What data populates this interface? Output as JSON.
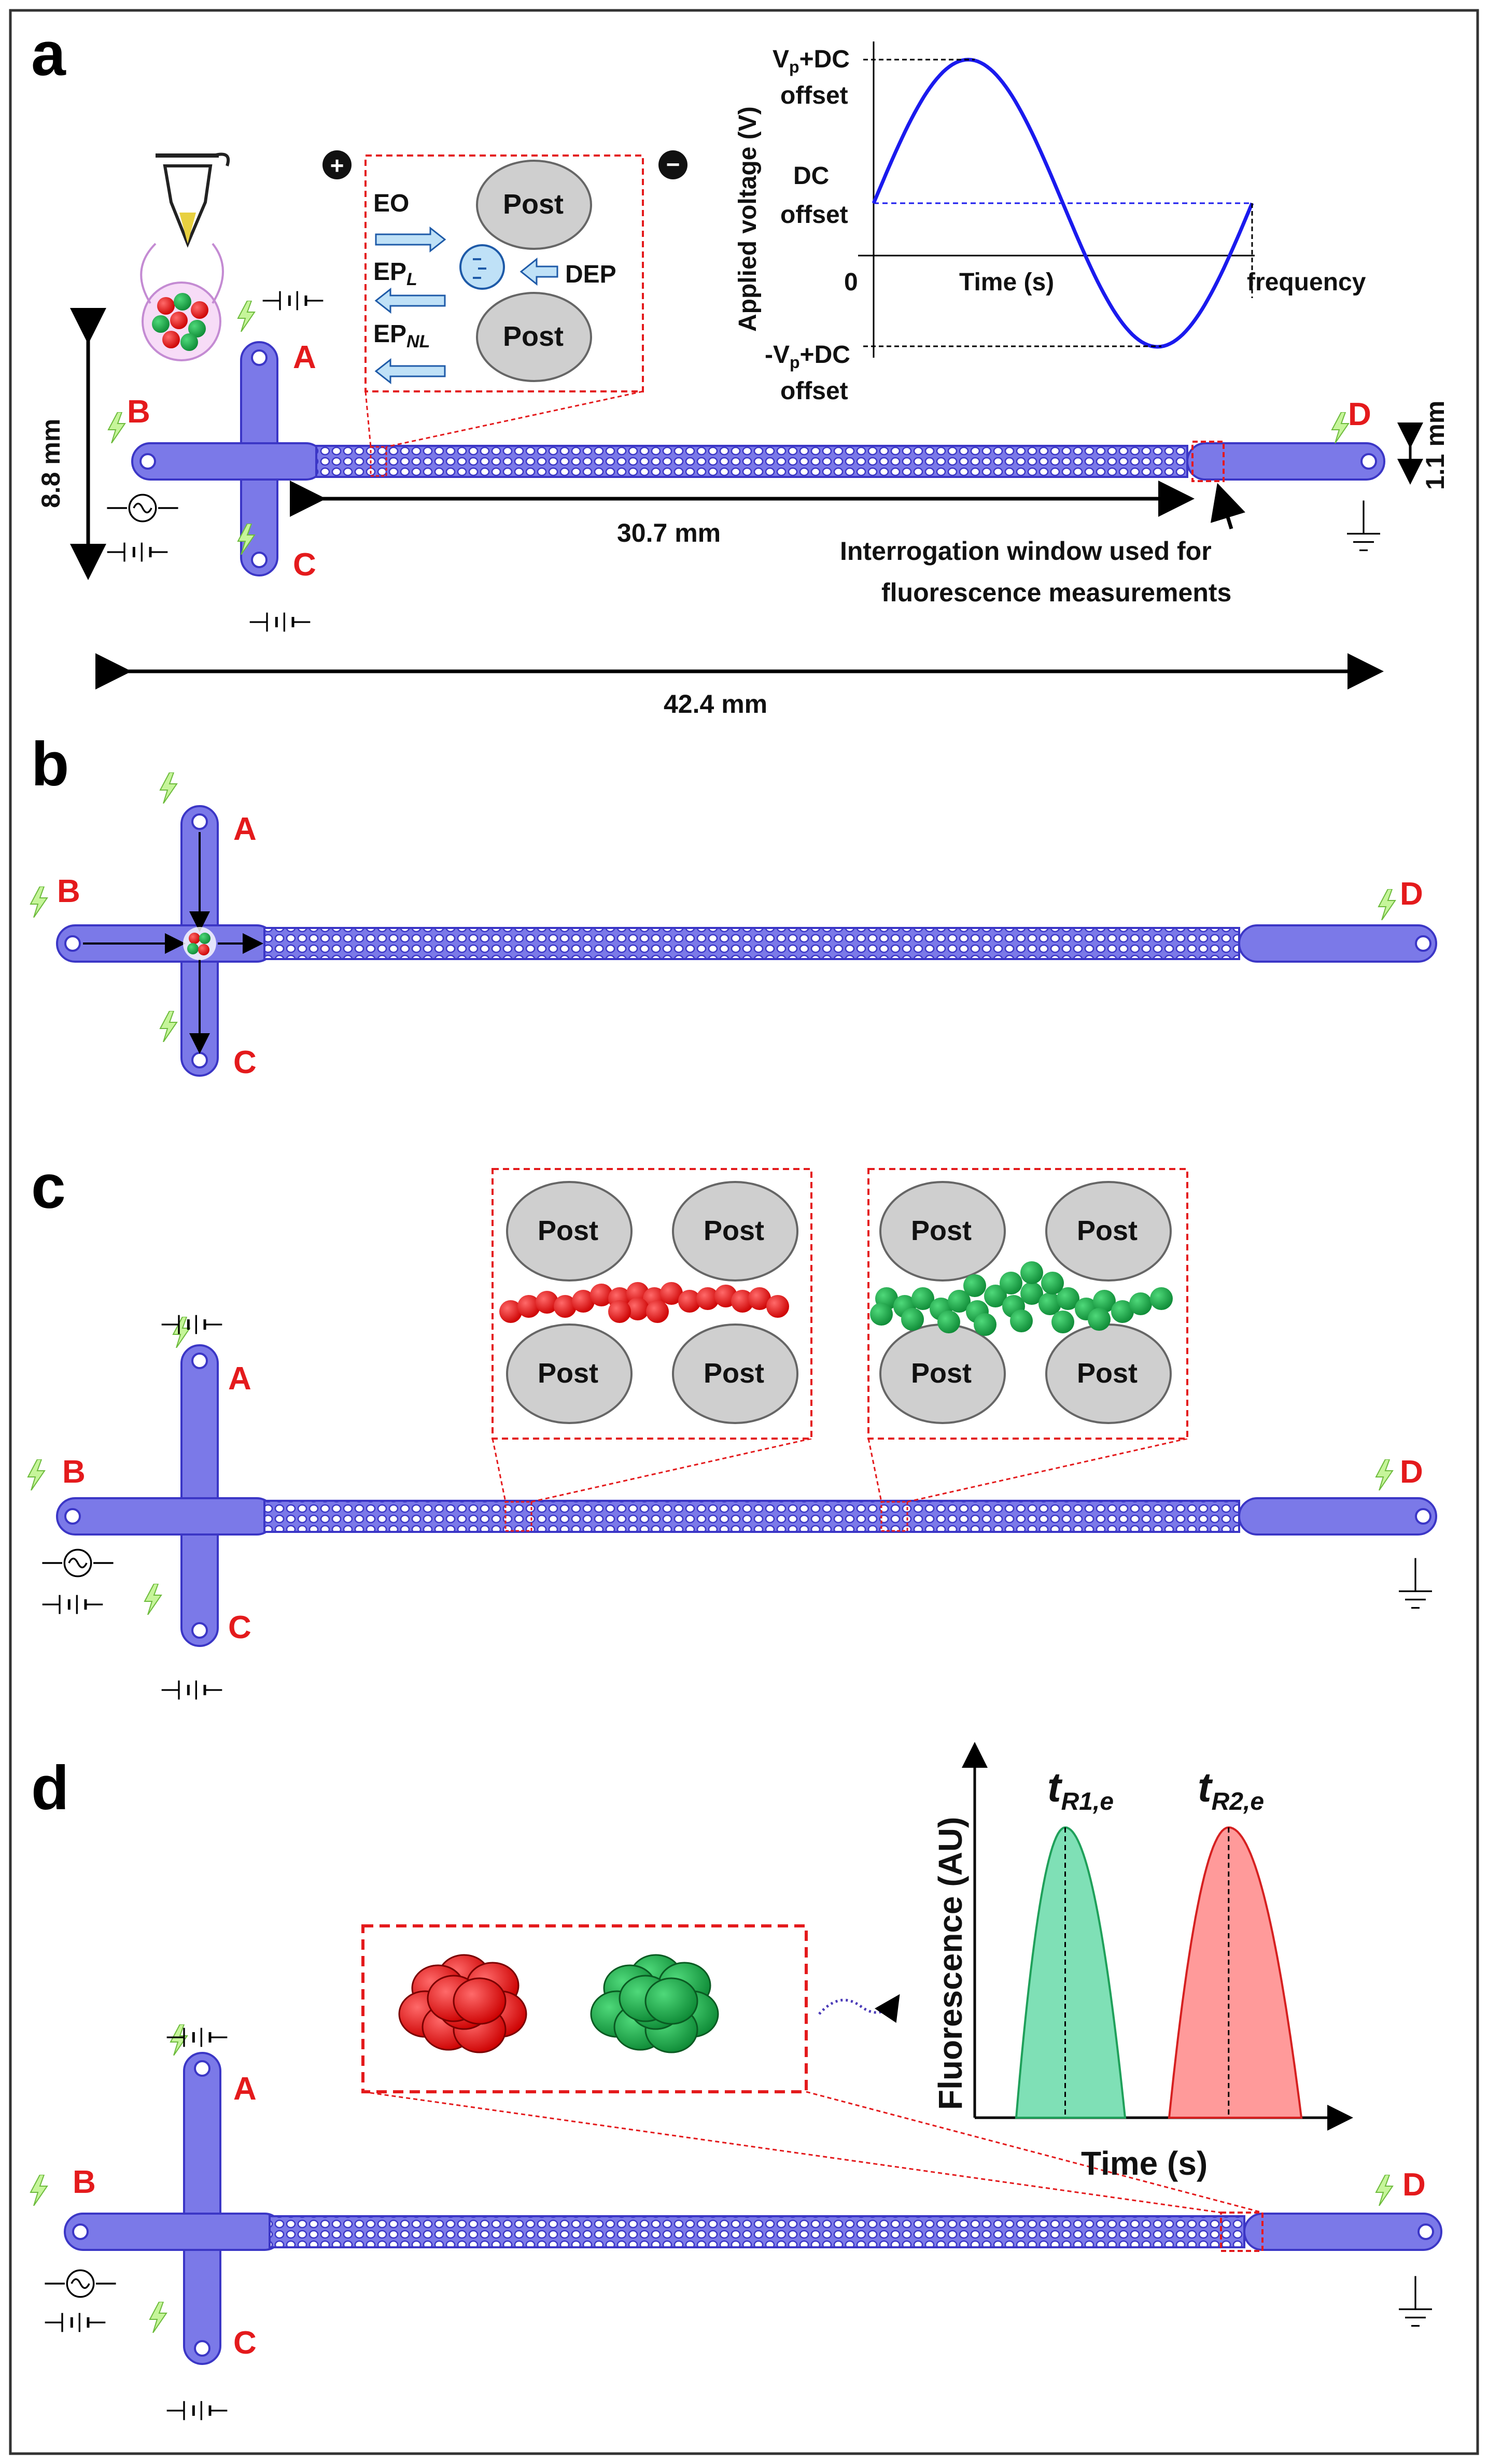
{
  "colors": {
    "channel_fill": "#7b79e8",
    "channel_stroke": "#3b36c6",
    "port_label": "#e41a1c",
    "red_particle": "#ee1111",
    "green_particle": "#14b34a",
    "post_fill": "#cfcfcf",
    "inset_border": "#e41a1c",
    "sine_curve": "#1a1aee",
    "peak_green": "#7fe0b6",
    "peak_red": "#ff9a9a",
    "dashed_blue": "#1a1aee"
  },
  "panels": [
    "a",
    "b",
    "c",
    "d"
  ],
  "ports": {
    "A": "A",
    "B": "B",
    "C": "C",
    "D": "D"
  },
  "panel_a": {
    "post_label": "Post",
    "forces": {
      "eo": "EO",
      "ep_linear": "EP",
      "ep_linear_sub": "L",
      "ep_nonlinear": "EP",
      "ep_nonlinear_sub": "NL",
      "dep": "DEP"
    },
    "electrode_plus": "+",
    "electrode_minus": "−",
    "dimensions": {
      "height": "8.8 mm",
      "channel_length": "30.7 mm",
      "total_length": "42.4 mm",
      "channel_width": "1.1 mm"
    },
    "interrogation_note_line1": "Interrogation window used for",
    "interrogation_note_line2": "fluorescence measurements",
    "voltage_plot": {
      "ylabel": "Applied voltage (V)",
      "xlabel": "Time (s)",
      "frequency_label": "frequency",
      "zero_label": "0",
      "top_label_line1": "V",
      "top_label_sub": "p",
      "top_label_rest": "+DC",
      "top_label_line2": "offset",
      "mid_label_line1": "DC",
      "mid_label_line2": "offset",
      "bottom_label_line1": "-V",
      "bottom_label_sub": "p",
      "bottom_label_rest": "+DC",
      "bottom_label_line2": "offset"
    }
  },
  "panel_c": {
    "post_label": "Post"
  },
  "panel_d": {
    "ylabel": "Fluorescence (AU)",
    "xlabel": "Time (s)",
    "peak1_label": "t",
    "peak1_sub": "R1,e",
    "peak2_label": "t",
    "peak2_sub": "R2,e"
  }
}
